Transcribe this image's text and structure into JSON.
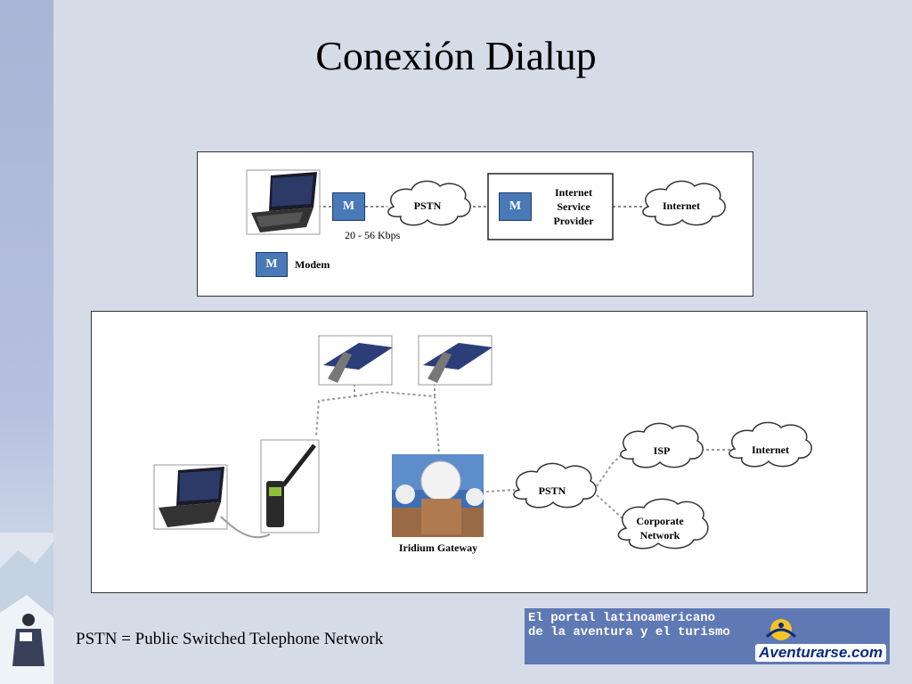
{
  "slide": {
    "title": "Conexión Dialup",
    "footnote": "PSTN = Public Switched Telephone Network"
  },
  "diagram1": {
    "modem_letter": "M",
    "pstn": "PSTN",
    "isp_line1": "Internet",
    "isp_line2": "Service",
    "isp_line3": "Provider",
    "internet": "Internet",
    "speed": "20 - 56 Kbps",
    "legend_label": "Modem"
  },
  "diagram2": {
    "gateway_label": "Iridium Gateway",
    "pstn": "PSTN",
    "isp": "ISP",
    "internet": "Internet",
    "corporate_line1": "Corporate",
    "corporate_line2": "Network"
  },
  "banner": {
    "line1": "El portal latinoamericano",
    "line2": "de la aventura y el turismo",
    "brand": "Aventurarse.com"
  },
  "colors": {
    "background": "#d6dbe8",
    "modem": "#4a79b8",
    "banner": "#5f79b4"
  },
  "icons": [
    "laptop-icon",
    "cloud-icon",
    "satellite-icon",
    "satellite-phone-icon",
    "dome-gateway-icon",
    "sun-logo-icon"
  ]
}
